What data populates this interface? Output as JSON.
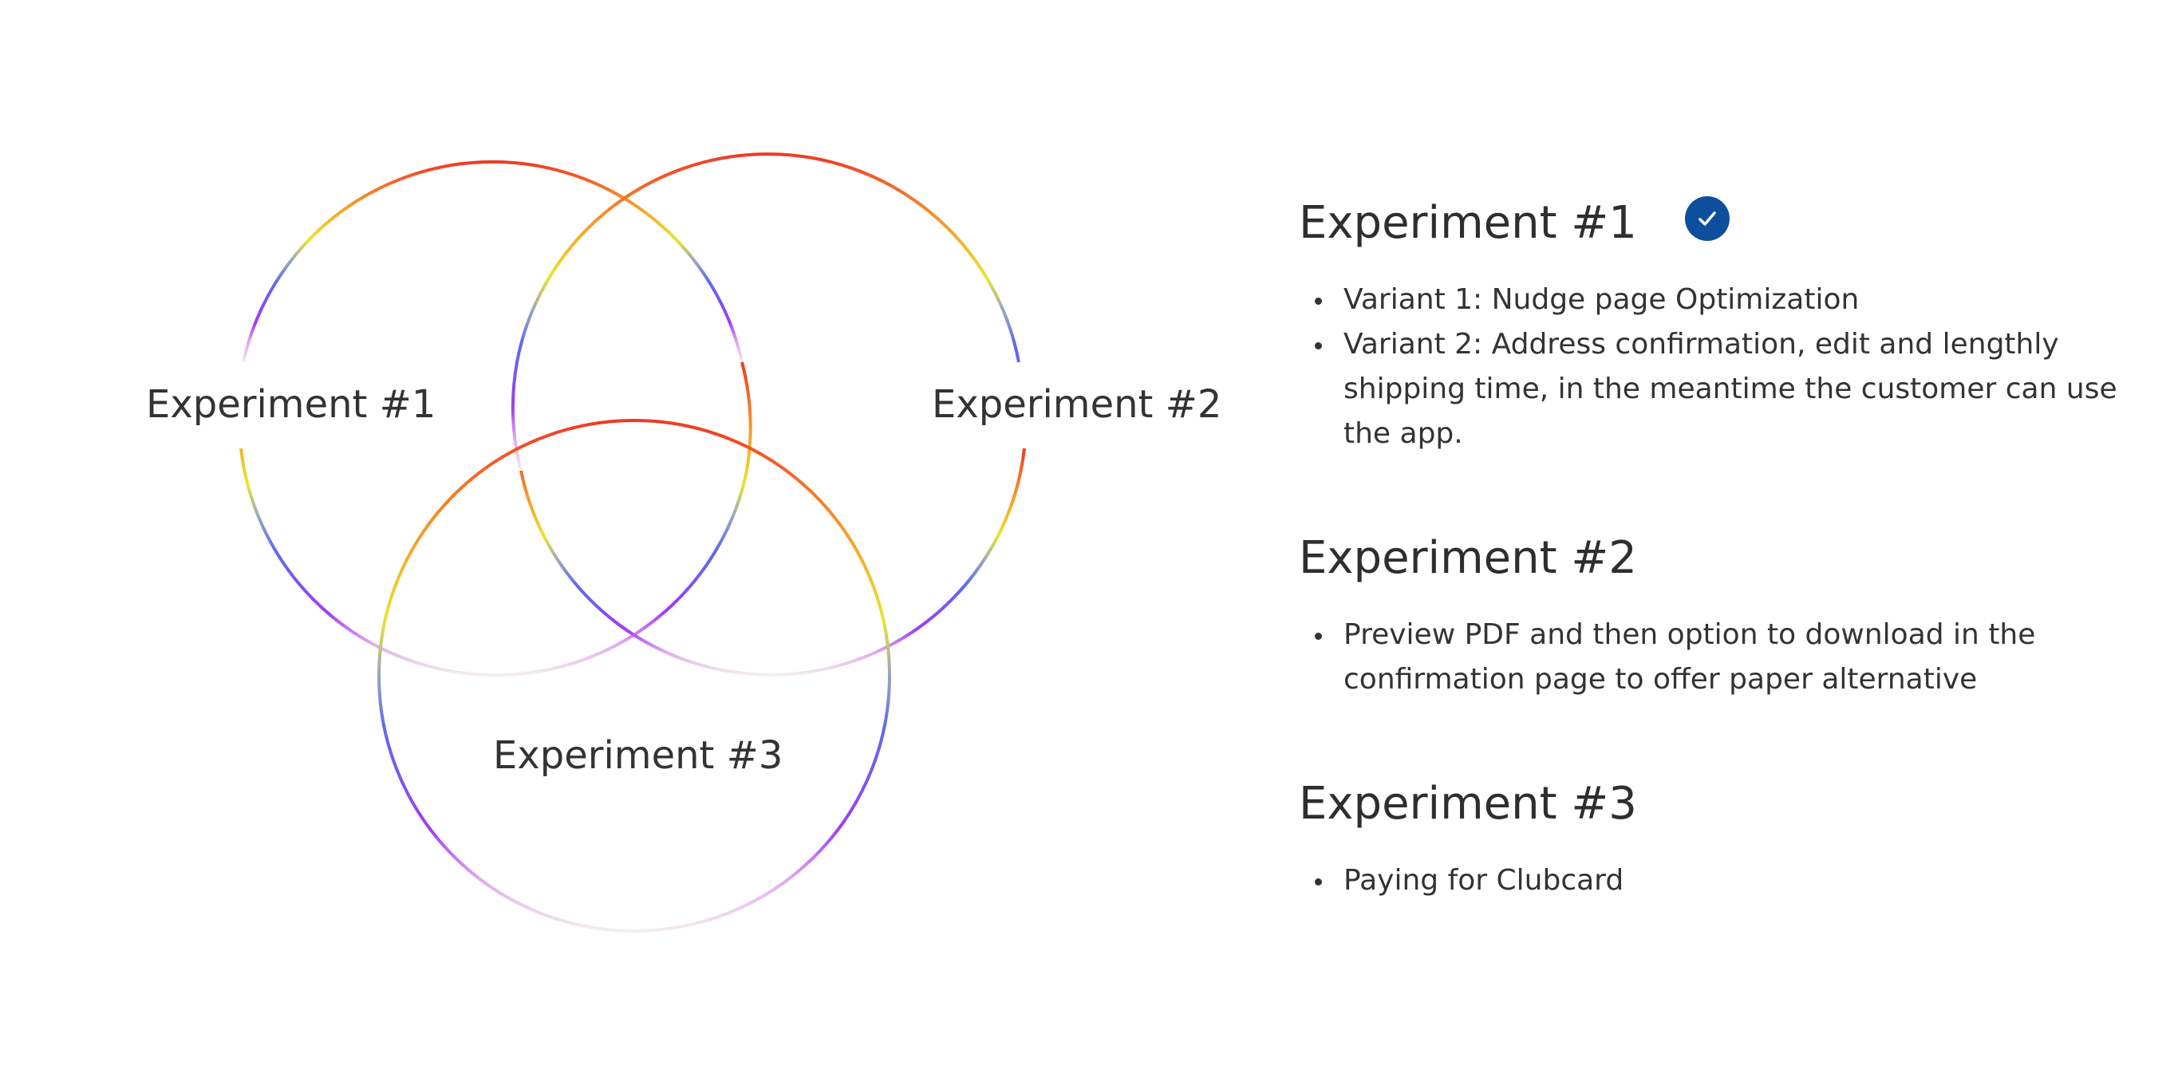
{
  "diagram": {
    "type": "venn",
    "circles": [
      {
        "name": "experiment-1",
        "label": "Experiment #1"
      },
      {
        "name": "experiment-2",
        "label": "Experiment #2"
      },
      {
        "name": "experiment-3",
        "label": "Experiment #3"
      }
    ],
    "colors": {
      "red": "#ee3a25",
      "orange": "#f7932a",
      "yellow": "#e8e62f",
      "blue": "#5b6cf0",
      "purple": "#a13cf5",
      "pink": "#e2a9ef",
      "fade": "#f3eeec"
    }
  },
  "panel": {
    "sections": [
      {
        "title": "Experiment #1",
        "completed": true,
        "badge_icon": "checkmark-icon",
        "badge_color": "#0d4f9c",
        "items": [
          "Variant 1: Nudge page Optimization",
          "Variant 2: Address confirmation, edit and lengthly shipping time, in the meantime the customer can use the app."
        ]
      },
      {
        "title": "Experiment #2",
        "completed": false,
        "items": [
          "Preview PDF and then option to download in the confirmation page to offer paper alternative"
        ]
      },
      {
        "title": "Experiment #3",
        "completed": false,
        "items": [
          "Paying for Clubcard"
        ]
      }
    ]
  }
}
